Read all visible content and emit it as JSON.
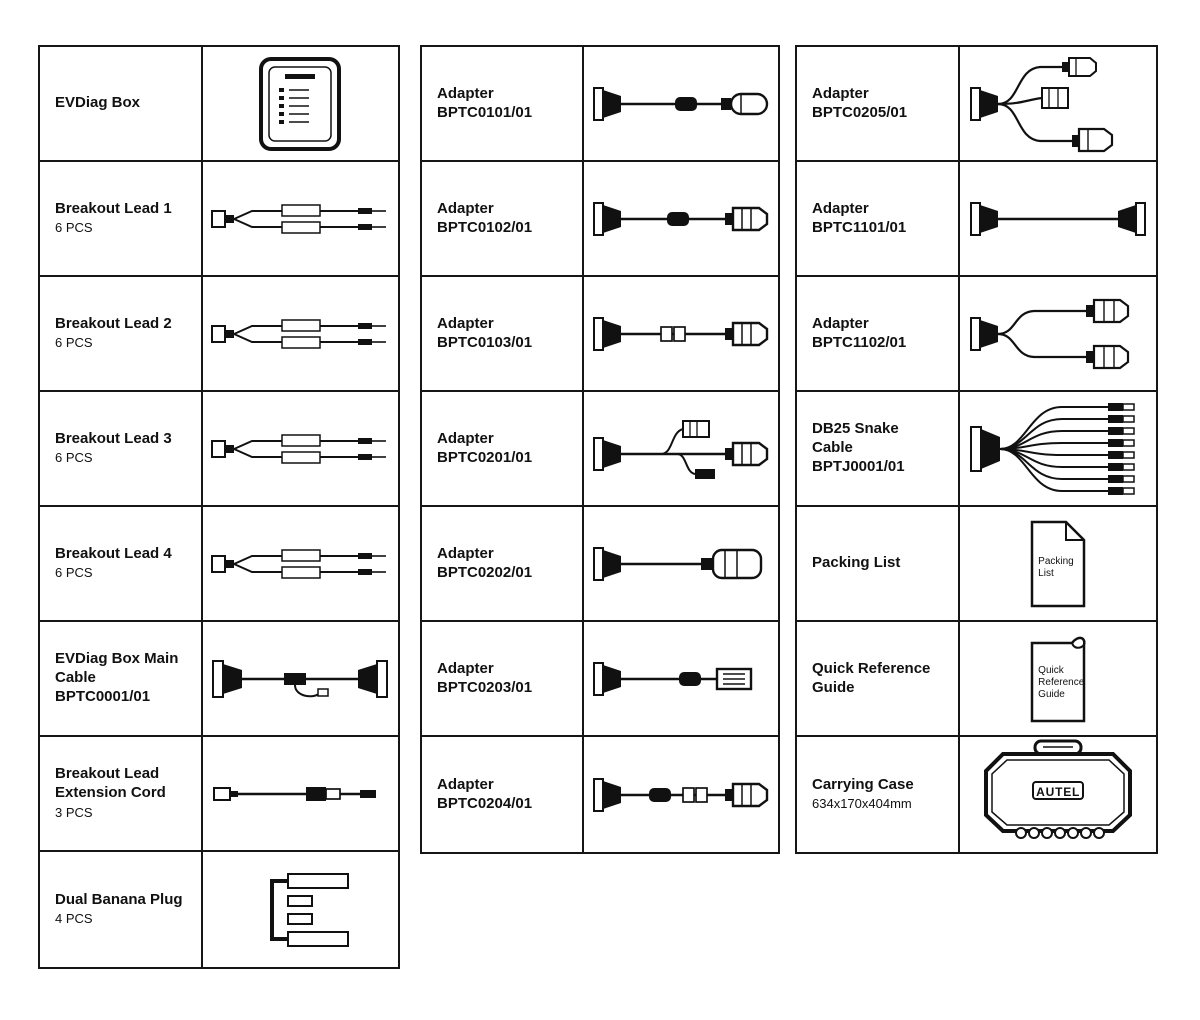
{
  "page": {
    "background_color": "#ffffff",
    "border_color": "#161616"
  },
  "tables": [
    {
      "name": "column-1",
      "items": [
        {
          "title": "EVDiag Box",
          "icon": "evdiag-box"
        },
        {
          "title": "Breakout Lead 1",
          "subtitle": "6 PCS",
          "icon": "breakout-lead"
        },
        {
          "title": "Breakout Lead 2",
          "subtitle": "6 PCS",
          "icon": "breakout-lead"
        },
        {
          "title": "Breakout Lead 3",
          "subtitle": "6 PCS",
          "icon": "breakout-lead"
        },
        {
          "title": "Breakout Lead 4",
          "subtitle": "6 PCS",
          "icon": "breakout-lead"
        },
        {
          "title": "EVDiag Box Main\nCable\nBPTC0001/01",
          "icon": "main-cable"
        },
        {
          "title": "Breakout Lead\nExtension Cord",
          "subtitle": "3 PCS",
          "icon": "extension-cord"
        },
        {
          "title": "Dual Banana Plug",
          "subtitle": "4 PCS",
          "icon": "banana-plug"
        }
      ]
    },
    {
      "name": "column-2",
      "items": [
        {
          "title": "Adapter\nBPTC0101/01",
          "icon": "adapter-0101"
        },
        {
          "title": "Adapter\nBPTC0102/01",
          "icon": "adapter-0102"
        },
        {
          "title": "Adapter\nBPTC0103/01",
          "icon": "adapter-0103"
        },
        {
          "title": "Adapter\nBPTC0201/01",
          "icon": "adapter-0201"
        },
        {
          "title": "Adapter\nBPTC0202/01",
          "icon": "adapter-0202"
        },
        {
          "title": "Adapter\nBPTC0203/01",
          "icon": "adapter-0203"
        },
        {
          "title": "Adapter\nBPTC0204/01",
          "icon": "adapter-0204"
        }
      ]
    },
    {
      "name": "column-3",
      "items": [
        {
          "title": "Adapter\nBPTC0205/01",
          "icon": "adapter-0205"
        },
        {
          "title": "Adapter\nBPTC1101/01",
          "icon": "adapter-1101"
        },
        {
          "title": "Adapter\nBPTC1102/01",
          "icon": "adapter-1102"
        },
        {
          "title": "DB25 Snake\nCable\nBPTJ0001/01",
          "icon": "snake-cable"
        },
        {
          "title": "Packing List",
          "icon": "doc-packing",
          "icon_text": "Packing\nList"
        },
        {
          "title": "Quick Reference\nGuide",
          "icon": "doc-guide",
          "icon_text": "Quick\nReference\nGuide"
        },
        {
          "title": "Carrying Case",
          "subtitle": "634x170x404mm",
          "icon": "carrying-case",
          "icon_text": "AUTEL"
        }
      ]
    }
  ]
}
